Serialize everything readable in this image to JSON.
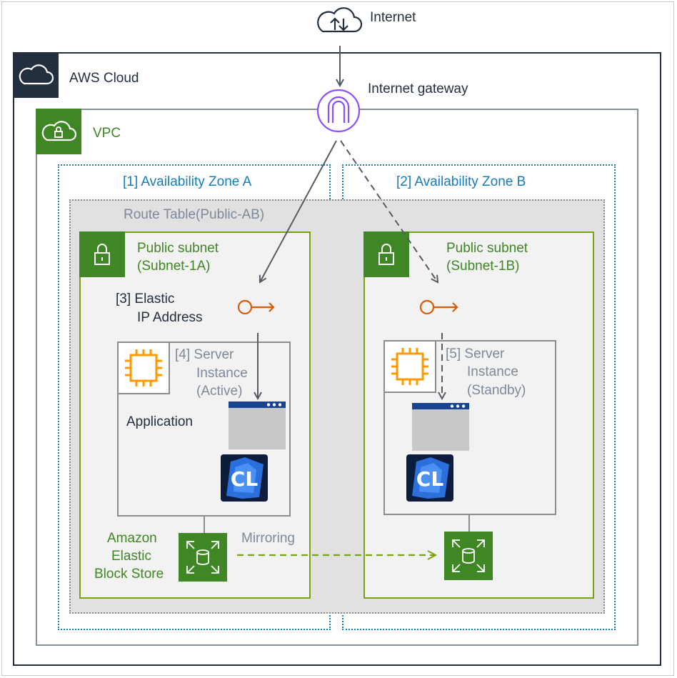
{
  "internet": {
    "label": "Internet"
  },
  "igw": {
    "label": "Internet gateway"
  },
  "aws_cloud": {
    "label": "AWS Cloud"
  },
  "vpc": {
    "label": "VPC"
  },
  "az_a": {
    "label": "[1] Availability Zone A"
  },
  "az_b": {
    "label": "[2] Availability Zone B"
  },
  "route_table": {
    "label": "Route Table(Public-AB)"
  },
  "subnet_a": {
    "line1": "Public subnet",
    "line2": "(Subnet-1A)"
  },
  "subnet_b": {
    "line1": "Public subnet",
    "line2": "(Subnet-1B)"
  },
  "eip": {
    "line1": "[3] Elastic",
    "line2": "IP Address"
  },
  "server_a": {
    "line1": "[4] Server",
    "line2": "Instance",
    "line3": "(Active)"
  },
  "server_b": {
    "line1": "[5] Server",
    "line2": "Instance",
    "line3": "(Standby)"
  },
  "application": {
    "label": "Application"
  },
  "cl_logo": {
    "text": "CL"
  },
  "ebs": {
    "line1": "Amazon",
    "line2": "Elastic",
    "line3": "Block Store"
  },
  "mirroring": {
    "label": "Mirroring"
  },
  "colors": {
    "aws_dark": "#232f3e",
    "green": "#3f8624",
    "blue": "#147eba",
    "orange": "#d45b07",
    "purple": "#8c4fff",
    "chip": "#ff9900"
  }
}
